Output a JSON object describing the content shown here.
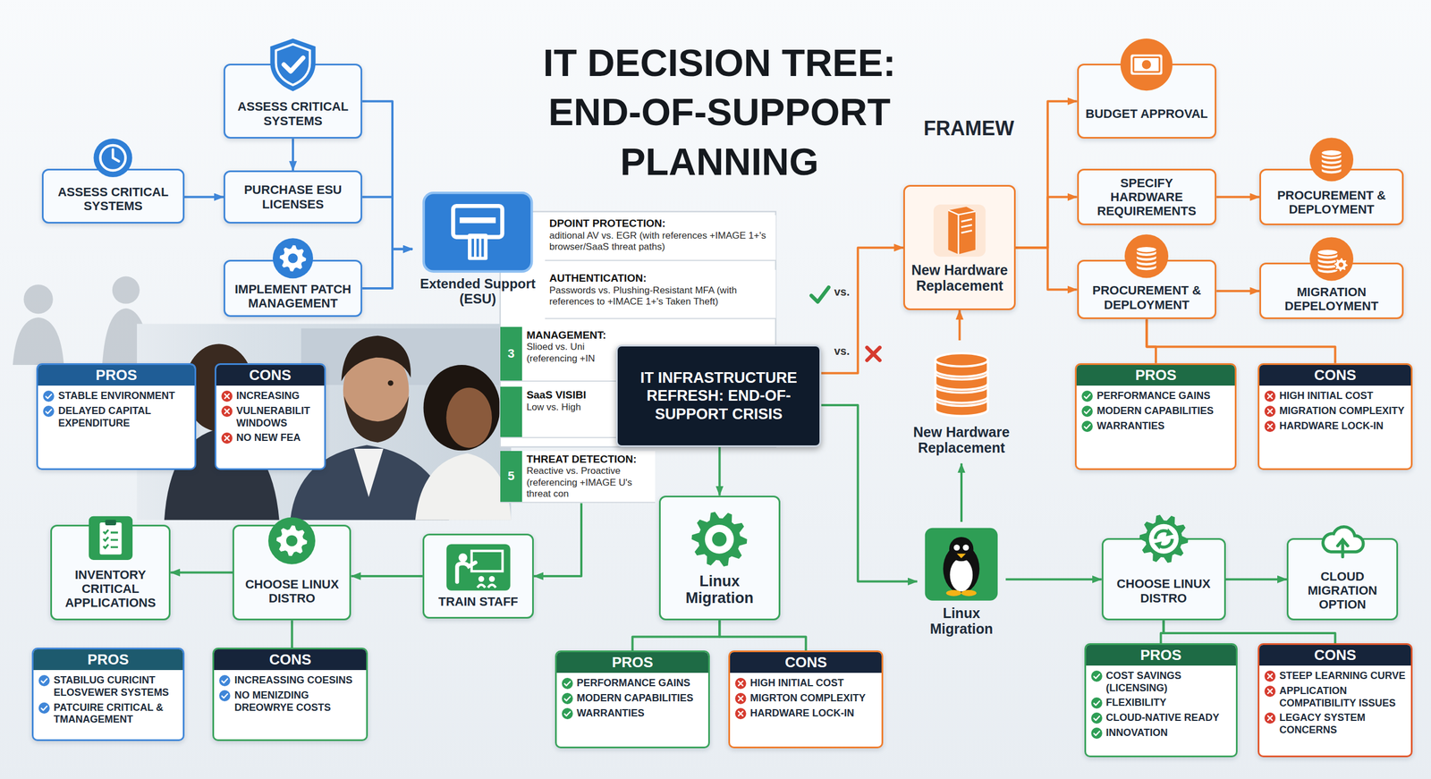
{
  "diagram": {
    "title": "IT DECISION TREE: END-OF-SUPPORT PLANNING",
    "nodes": [
      {
        "text": [
          "ASSESS CRITICAL SYSTEMS"
        ]
      },
      {
        "text": [
          "ASSESS CRITICAL SYSTEMS"
        ]
      },
      {
        "text": [
          "PURCHASE ESU LICENSES"
        ]
      },
      {
        "text": [
          "IMPLEMENT PATCH MANAGEMENT"
        ]
      },
      {
        "text": [
          "Extended Support (ESU)"
        ]
      },
      {
        "text": [
          "DPOINT PROTECTION:",
          "aditional AV vs. EGR (with references +IMAGE 1+'s browser/SaaS threat paths)"
        ]
      },
      {
        "text": [
          "AUTHENTICATION:",
          "Passwords vs. Plushing-Resistant MFA (with references to +IMACE 1+'s Taken Theft)"
        ]
      },
      {
        "text": [
          "3",
          "MANAGEMENT:",
          "Slioed vs. Uni (referencing +IN"
        ]
      },
      {
        "text": [
          "SaaS VISIBI",
          "Low vs. High"
        ]
      },
      {
        "text": [
          "5",
          "THREAT DETECTION:",
          "Reactive vs. Proactive (referencing +IMAGE U's threat con"
        ]
      },
      {
        "text": [
          "IT INFRASTRUCTURE REFRESH: END-OF-SUPPORT CRISIS"
        ]
      },
      {
        "text": [
          "PROS",
          "STABLE ENVIRONMENT",
          "DELAYED CAPITAL EXPENDITURE"
        ]
      },
      {
        "text": [
          "CONS",
          "INCREASING",
          "VULNERABILIT WINDOWS",
          "NO NEW FEA"
        ]
      },
      {
        "text": [
          "INVENTORY CRITICAL APPLICATIONS"
        ]
      },
      {
        "text": [
          "CHOOSE LINUX DISTRO"
        ]
      },
      {
        "text": [
          "TRAIN STAFF"
        ]
      },
      {
        "text": [
          "Linux Migration"
        ]
      },
      {
        "text": [
          "PROS",
          "STABILUG CURICINT ELOSVEWER SYSTEMS",
          "PATCUIRE CRITICAL & TMANAGEMENT"
        ]
      },
      {
        "text": [
          "CONS",
          "INCREASSING COESINS",
          "NO MENIZDING DREOWRYE COSTS"
        ]
      },
      {
        "text": [
          "PROS",
          "PERFORMANCE GAINS",
          "MODERN CAPABILITIES",
          "WARRANTIES"
        ]
      },
      {
        "text": [
          "CONS",
          "HIGH INITIAL COST",
          "MIGRTON COMPLEXITY",
          "HARDWARE LOCK-IN"
        ]
      },
      {
        "text": [
          "New Hardware Replacement"
        ]
      },
      {
        "text": [
          "New Hardware Replacement"
        ]
      },
      {
        "text": [
          "Linux Migration"
        ]
      },
      {
        "text": [
          "BUDGET APPROVAL"
        ]
      },
      {
        "text": [
          "SPECIFY HARDWARE REQUIREMENTS"
        ]
      },
      {
        "text": [
          "PROCUREMENT & DEPLOYMENT"
        ]
      },
      {
        "text": [
          "PROCUREMENT & DEPLOYMENT"
        ]
      },
      {
        "text": [
          "MIGRATION DEPELOYMENT"
        ]
      },
      {
        "text": [
          "PROS",
          "PERFORMANCE GAINS",
          "MODERN CAPABILITIES",
          "WARRANTIES"
        ]
      },
      {
        "text": [
          "CONS",
          "HIGH INITIAL COST",
          "MIGRATION COMPLEXITY",
          "HARDWARE LOCK-IN"
        ]
      },
      {
        "text": [
          "CHOOSE LINUX DISTRO"
        ]
      },
      {
        "text": [
          "CLOUD MIGRATION OPTION"
        ]
      },
      {
        "text": [
          "PROS",
          "COST SAVINGS (LICENSING)",
          "FLEXIBILITY",
          "CLOUD-NATIVE READY",
          "INNOVATION"
        ]
      },
      {
        "text": [
          "CONS",
          "STEEP LEARNING CURVE",
          "APPLICATION COMPATIBILITY ISSUES",
          "LEGACY SYSTEM CONCERNS"
        ]
      }
    ],
    "edges": [
      {
        "from": 1,
        "to": 2,
        "arrow": "to"
      },
      {
        "from": 0,
        "to": 2,
        "arrow": "to"
      },
      {
        "from": 0,
        "to": 4,
        "arrow": "to"
      },
      {
        "from": 2,
        "to": 4,
        "arrow": "to"
      },
      {
        "from": 3,
        "to": 4,
        "arrow": "to"
      },
      {
        "from": 9,
        "to": 15,
        "arrow": "to"
      },
      {
        "from": 15,
        "to": 14,
        "arrow": "to"
      },
      {
        "from": 14,
        "to": 13,
        "arrow": "to"
      },
      {
        "from": 14,
        "to": 18,
        "arrow": "none"
      },
      {
        "from": 10,
        "to": 16,
        "arrow": "to"
      },
      {
        "from": 16,
        "to": 19,
        "arrow": "none"
      },
      {
        "from": 16,
        "to": 20,
        "arrow": "none"
      },
      {
        "from": 10,
        "to": 21,
        "arrow": "to"
      },
      {
        "from": 10,
        "to": 23,
        "arrow": "to"
      },
      {
        "from": 23,
        "to": 22,
        "arrow": "to"
      },
      {
        "from": 22,
        "to": 21,
        "arrow": "to"
      },
      {
        "from": 23,
        "to": 31,
        "arrow": "to"
      },
      {
        "from": 31,
        "to": 32,
        "arrow": "to"
      },
      {
        "from": 31,
        "to": 33,
        "arrow": "none"
      },
      {
        "from": 31,
        "to": 34,
        "arrow": "none"
      },
      {
        "from": 21,
        "to": 24,
        "arrow": "to"
      },
      {
        "from": 21,
        "to": 25,
        "arrow": "to"
      },
      {
        "from": 21,
        "to": 27,
        "arrow": "to"
      },
      {
        "from": 25,
        "to": 26,
        "arrow": "to"
      },
      {
        "from": 27,
        "to": 28,
        "arrow": "to"
      },
      {
        "from": 27,
        "to": 29,
        "arrow": "none"
      },
      {
        "from": 27,
        "to": 30,
        "arrow": "none"
      }
    ],
    "labels": [
      "FRAMEW",
      "vs.",
      "vs."
    ]
  }
}
